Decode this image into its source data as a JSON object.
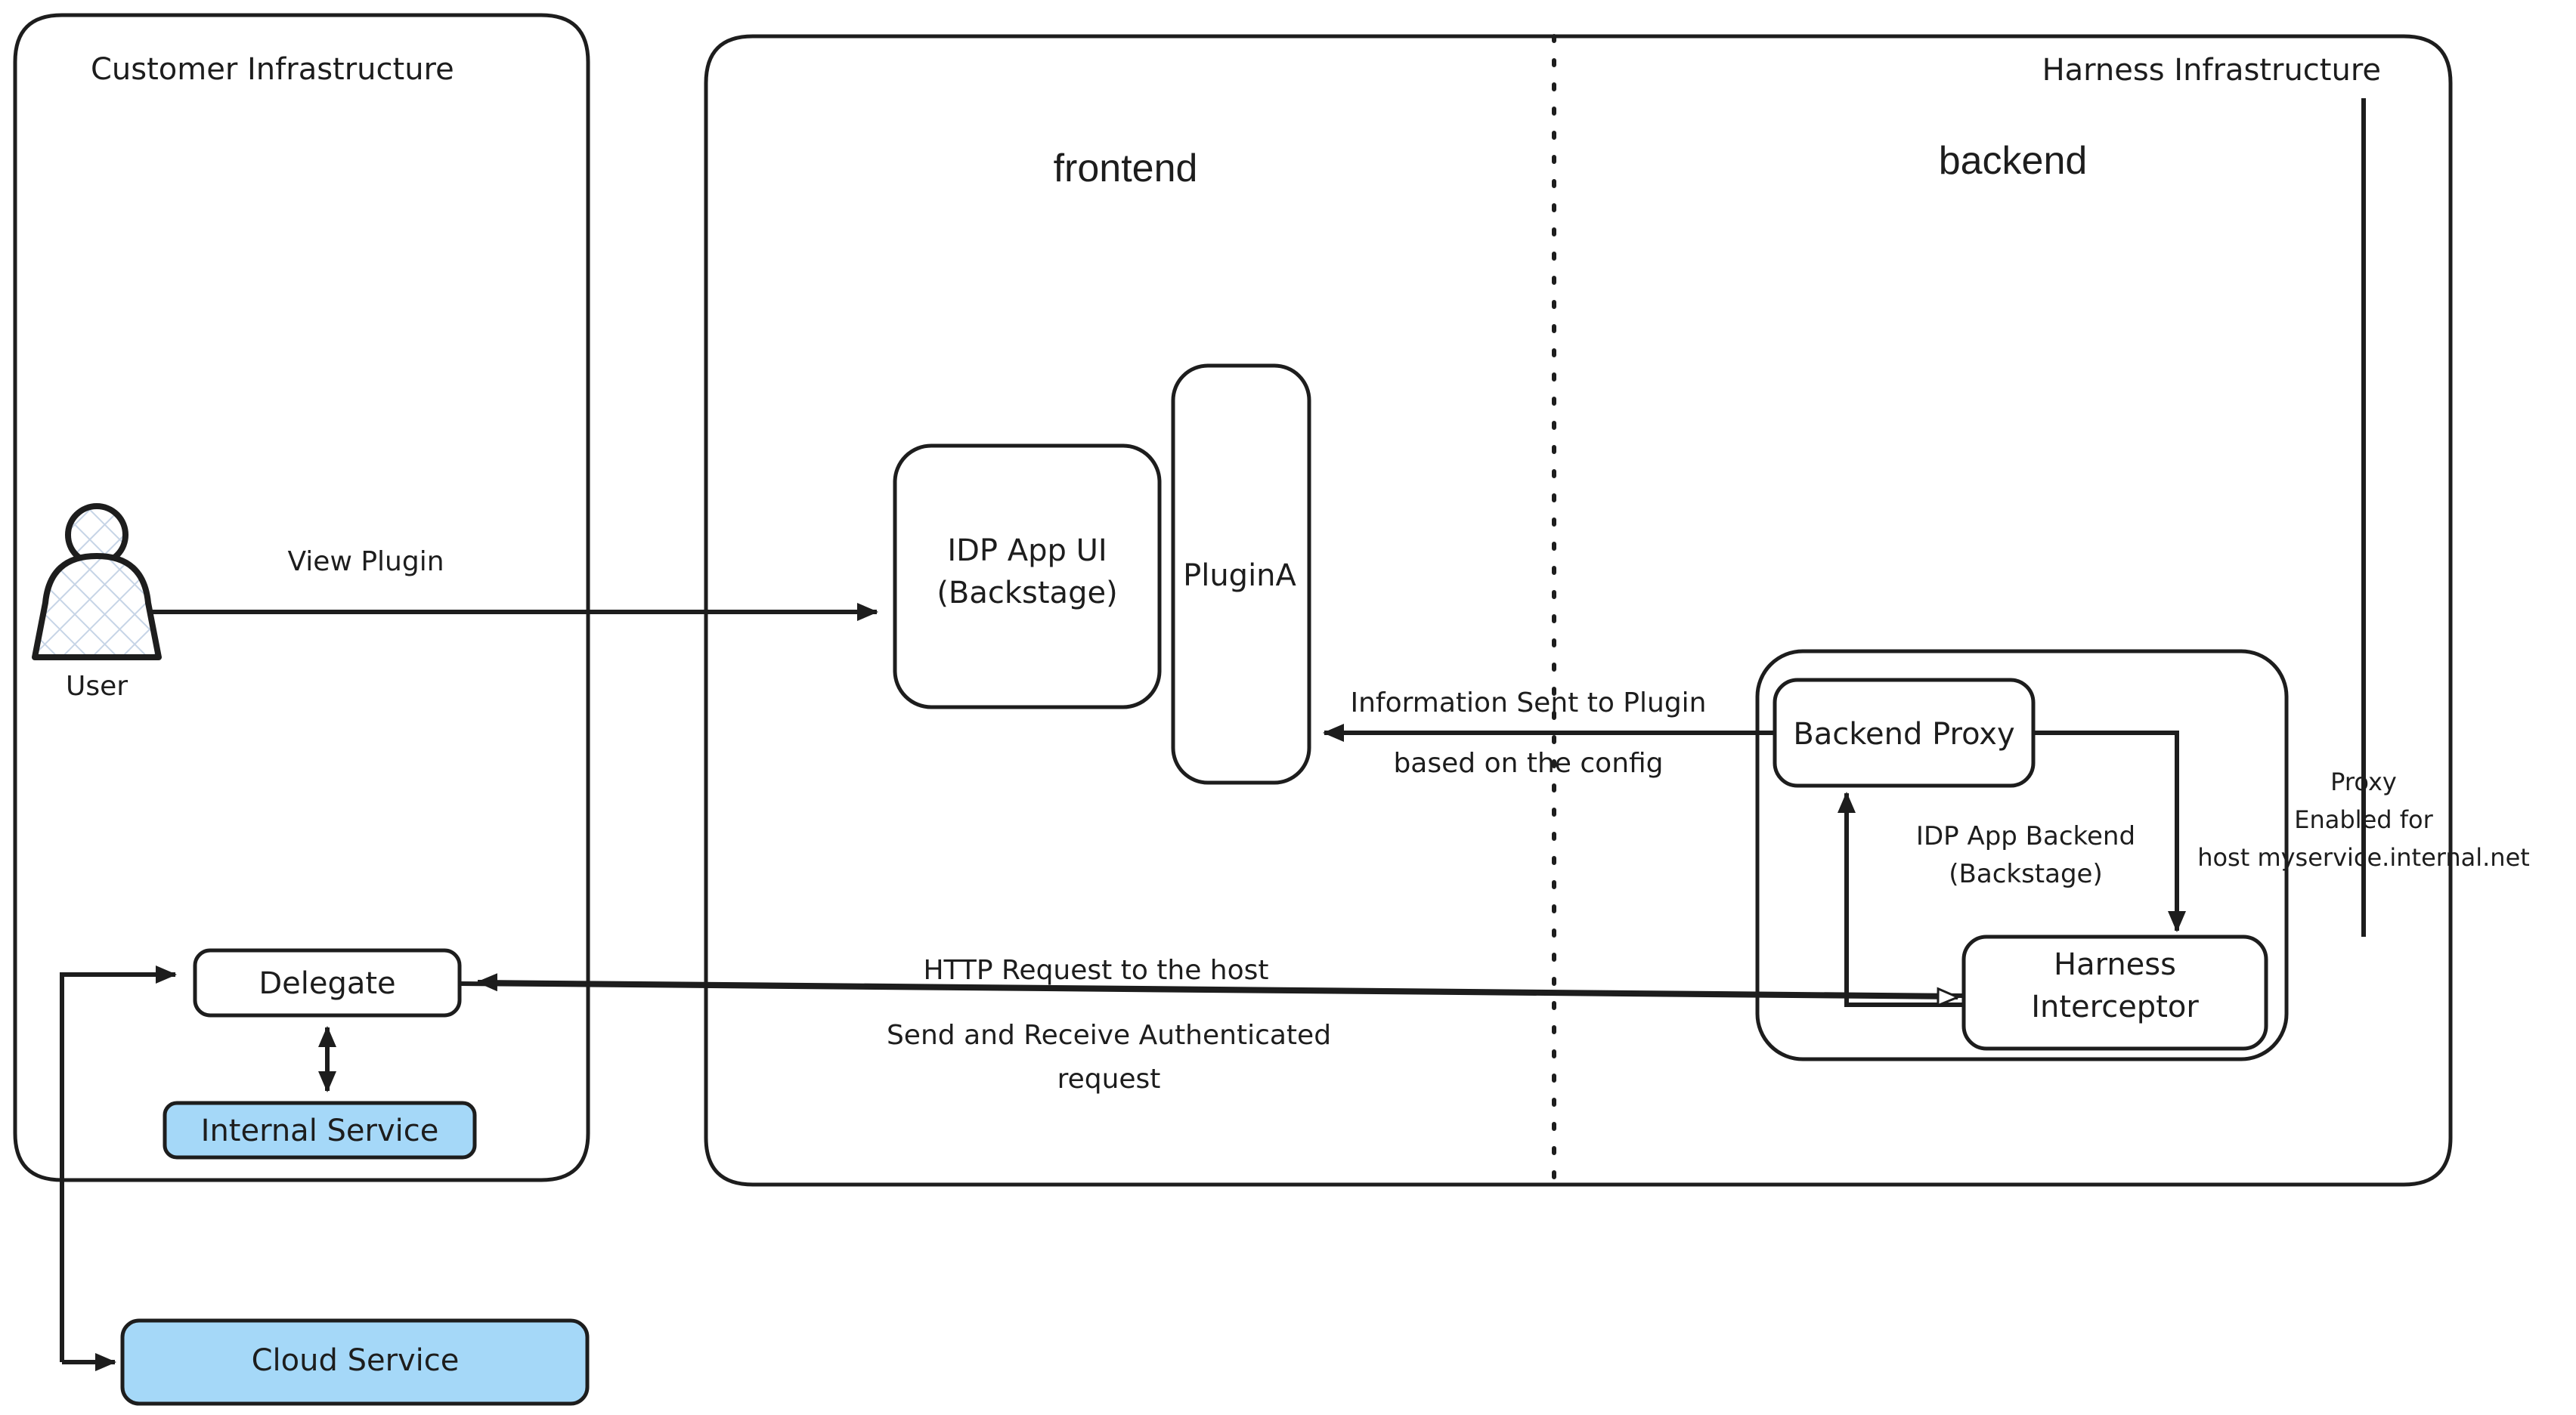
{
  "diagram": {
    "title": "IDP Plugin Proxy Architecture",
    "colors": {
      "stroke": "#1d1d1d",
      "node_fill": "#ffffff",
      "highlight_fill": "#a5d8f8",
      "background": "#ffffff"
    }
  },
  "groups": {
    "customer": {
      "label": "Customer Infrastructure"
    },
    "harness": {
      "label": "Harness Infrastructure"
    }
  },
  "zones": {
    "frontend": {
      "label": "frontend"
    },
    "backend": {
      "label": "backend"
    }
  },
  "actors": {
    "user": {
      "label": "User"
    }
  },
  "nodes": {
    "idp_app_ui": {
      "line1": "IDP App UI",
      "line2": "(Backstage)"
    },
    "plugin_a": {
      "label": "PluginA"
    },
    "backend_proxy": {
      "label": "Backend Proxy"
    },
    "harness_interceptor": {
      "line1": "Harness",
      "line2": "Interceptor"
    },
    "idp_app_backend": {
      "line1": "IDP App Backend",
      "line2": "(Backstage)"
    },
    "delegate": {
      "label": "Delegate"
    },
    "internal_service": {
      "label": "Internal Service"
    },
    "cloud_service": {
      "label": "Cloud Service"
    }
  },
  "edges": {
    "view_plugin": {
      "label": "View Plugin"
    },
    "info_to_plugin": {
      "line1": "Information Sent to Plugin",
      "line2": "based on the config"
    },
    "http_request": {
      "line1": "HTTP Request to the host",
      "line2": "Send and Receive Authenticated",
      "line3": "request"
    },
    "proxy_enabled": {
      "line1": "Proxy",
      "line2": "Enabled for",
      "line3": "host myservice.internal.net"
    }
  }
}
